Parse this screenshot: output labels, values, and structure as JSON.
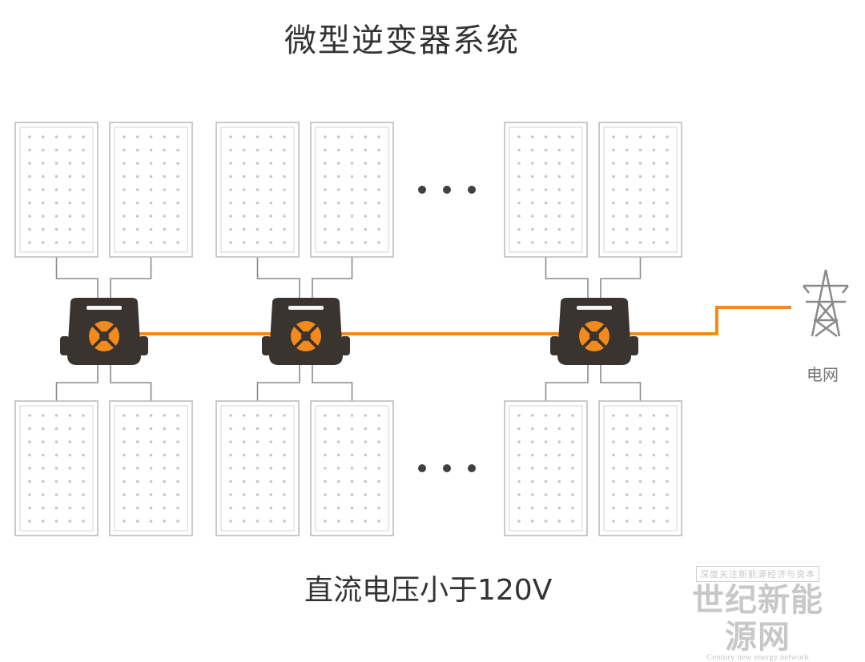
{
  "title": "微型逆变器系统",
  "caption": "直流电压小于120V",
  "grid_label": "电网",
  "ellipsis": "• • •",
  "watermark": {
    "tagline": "深度关注新能源经济与资本",
    "brand": "世纪新能源网",
    "sub": "Century new energy network"
  },
  "colors": {
    "ac_line": "#f28a1c",
    "inverter_body": "#3a3431",
    "inverter_logo": "#f28a1c",
    "panel_border": "#b8b8b8",
    "panel_dot": "#c6c6c6",
    "dc_wire": "#8c8c8c",
    "tower": "#8a8a8a",
    "title_text": "#333333"
  },
  "icons": {
    "inverter": "microinverter-icon",
    "tower": "transmission-tower-icon",
    "panel": "solar-panel-icon"
  }
}
